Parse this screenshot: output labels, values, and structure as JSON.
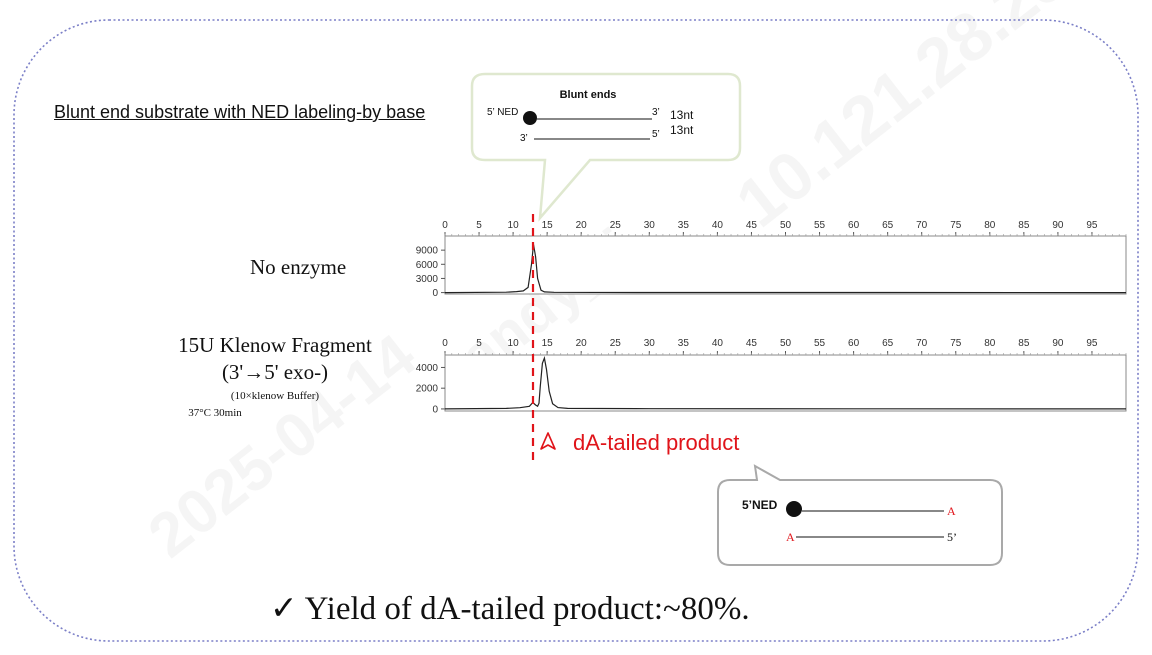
{
  "substrate_heading": "Blunt end substrate with NED labeling-by base",
  "blunt_callout": {
    "title": "Blunt ends",
    "top_left": "5’ NED",
    "top_right": "3’",
    "top_len": "13nt",
    "bottom_left": "3’",
    "bottom_right": "5’",
    "bottom_len": "13nt"
  },
  "product_callout": {
    "label": "5’NED",
    "top_end": "A",
    "bottom_start": "A",
    "bottom_end": "5’"
  },
  "conditions": {
    "no_enzyme": "No enzyme",
    "klenow_line1": "15U Klenow Fragment",
    "klenow_line2": "(3'→5' exo-)",
    "klenow_buffer": "(10×klenow  Buffer)",
    "klenow_temp": "37°C 30min"
  },
  "product_label": "dA-tailed product",
  "yield_text": "✓ Yield of  dA-tailed product:~80%.",
  "colors": {
    "accent_red": "#e0141a",
    "callout_green": "#dfe8cf",
    "callout_gray": "#a9a9a9",
    "frame": "#7b7fc7"
  },
  "chart_data": [
    {
      "type": "line",
      "title": "",
      "x_ticks": [
        0,
        5,
        10,
        15,
        20,
        25,
        30,
        35,
        40,
        45,
        50,
        55,
        60,
        65,
        70,
        75,
        80,
        85,
        90,
        95
      ],
      "y_ticks": [
        0,
        3000,
        6000,
        9000
      ],
      "xlim": [
        0,
        100
      ],
      "ylim": [
        -300,
        12000
      ],
      "series": [
        {
          "x": [
            0,
            9,
            10.5,
            11.5,
            12.2,
            12.7,
            13.0,
            13.3,
            13.6,
            14.1,
            14.6,
            16,
            30,
            60,
            100
          ],
          "y": [
            0,
            80,
            200,
            350,
            1100,
            6000,
            10200,
            7600,
            3000,
            500,
            150,
            60,
            20,
            10,
            0
          ]
        }
      ]
    },
    {
      "type": "line",
      "title": "",
      "x_ticks": [
        0,
        5,
        10,
        15,
        20,
        25,
        30,
        35,
        40,
        45,
        50,
        55,
        60,
        65,
        70,
        75,
        80,
        85,
        90,
        95
      ],
      "y_ticks": [
        0,
        2000,
        4000
      ],
      "xlim": [
        0,
        100
      ],
      "ylim": [
        -200,
        5200
      ],
      "series": [
        {
          "x": [
            0,
            9,
            11,
            12.4,
            12.9,
            13.3,
            13.6,
            13.8,
            14.0,
            14.3,
            14.6,
            14.9,
            15.3,
            15.8,
            16.6,
            18,
            30,
            60,
            100
          ],
          "y": [
            0,
            50,
            120,
            250,
            620,
            380,
            250,
            550,
            2200,
            4400,
            4900,
            3800,
            1700,
            500,
            130,
            50,
            20,
            10,
            0
          ]
        }
      ]
    }
  ]
}
